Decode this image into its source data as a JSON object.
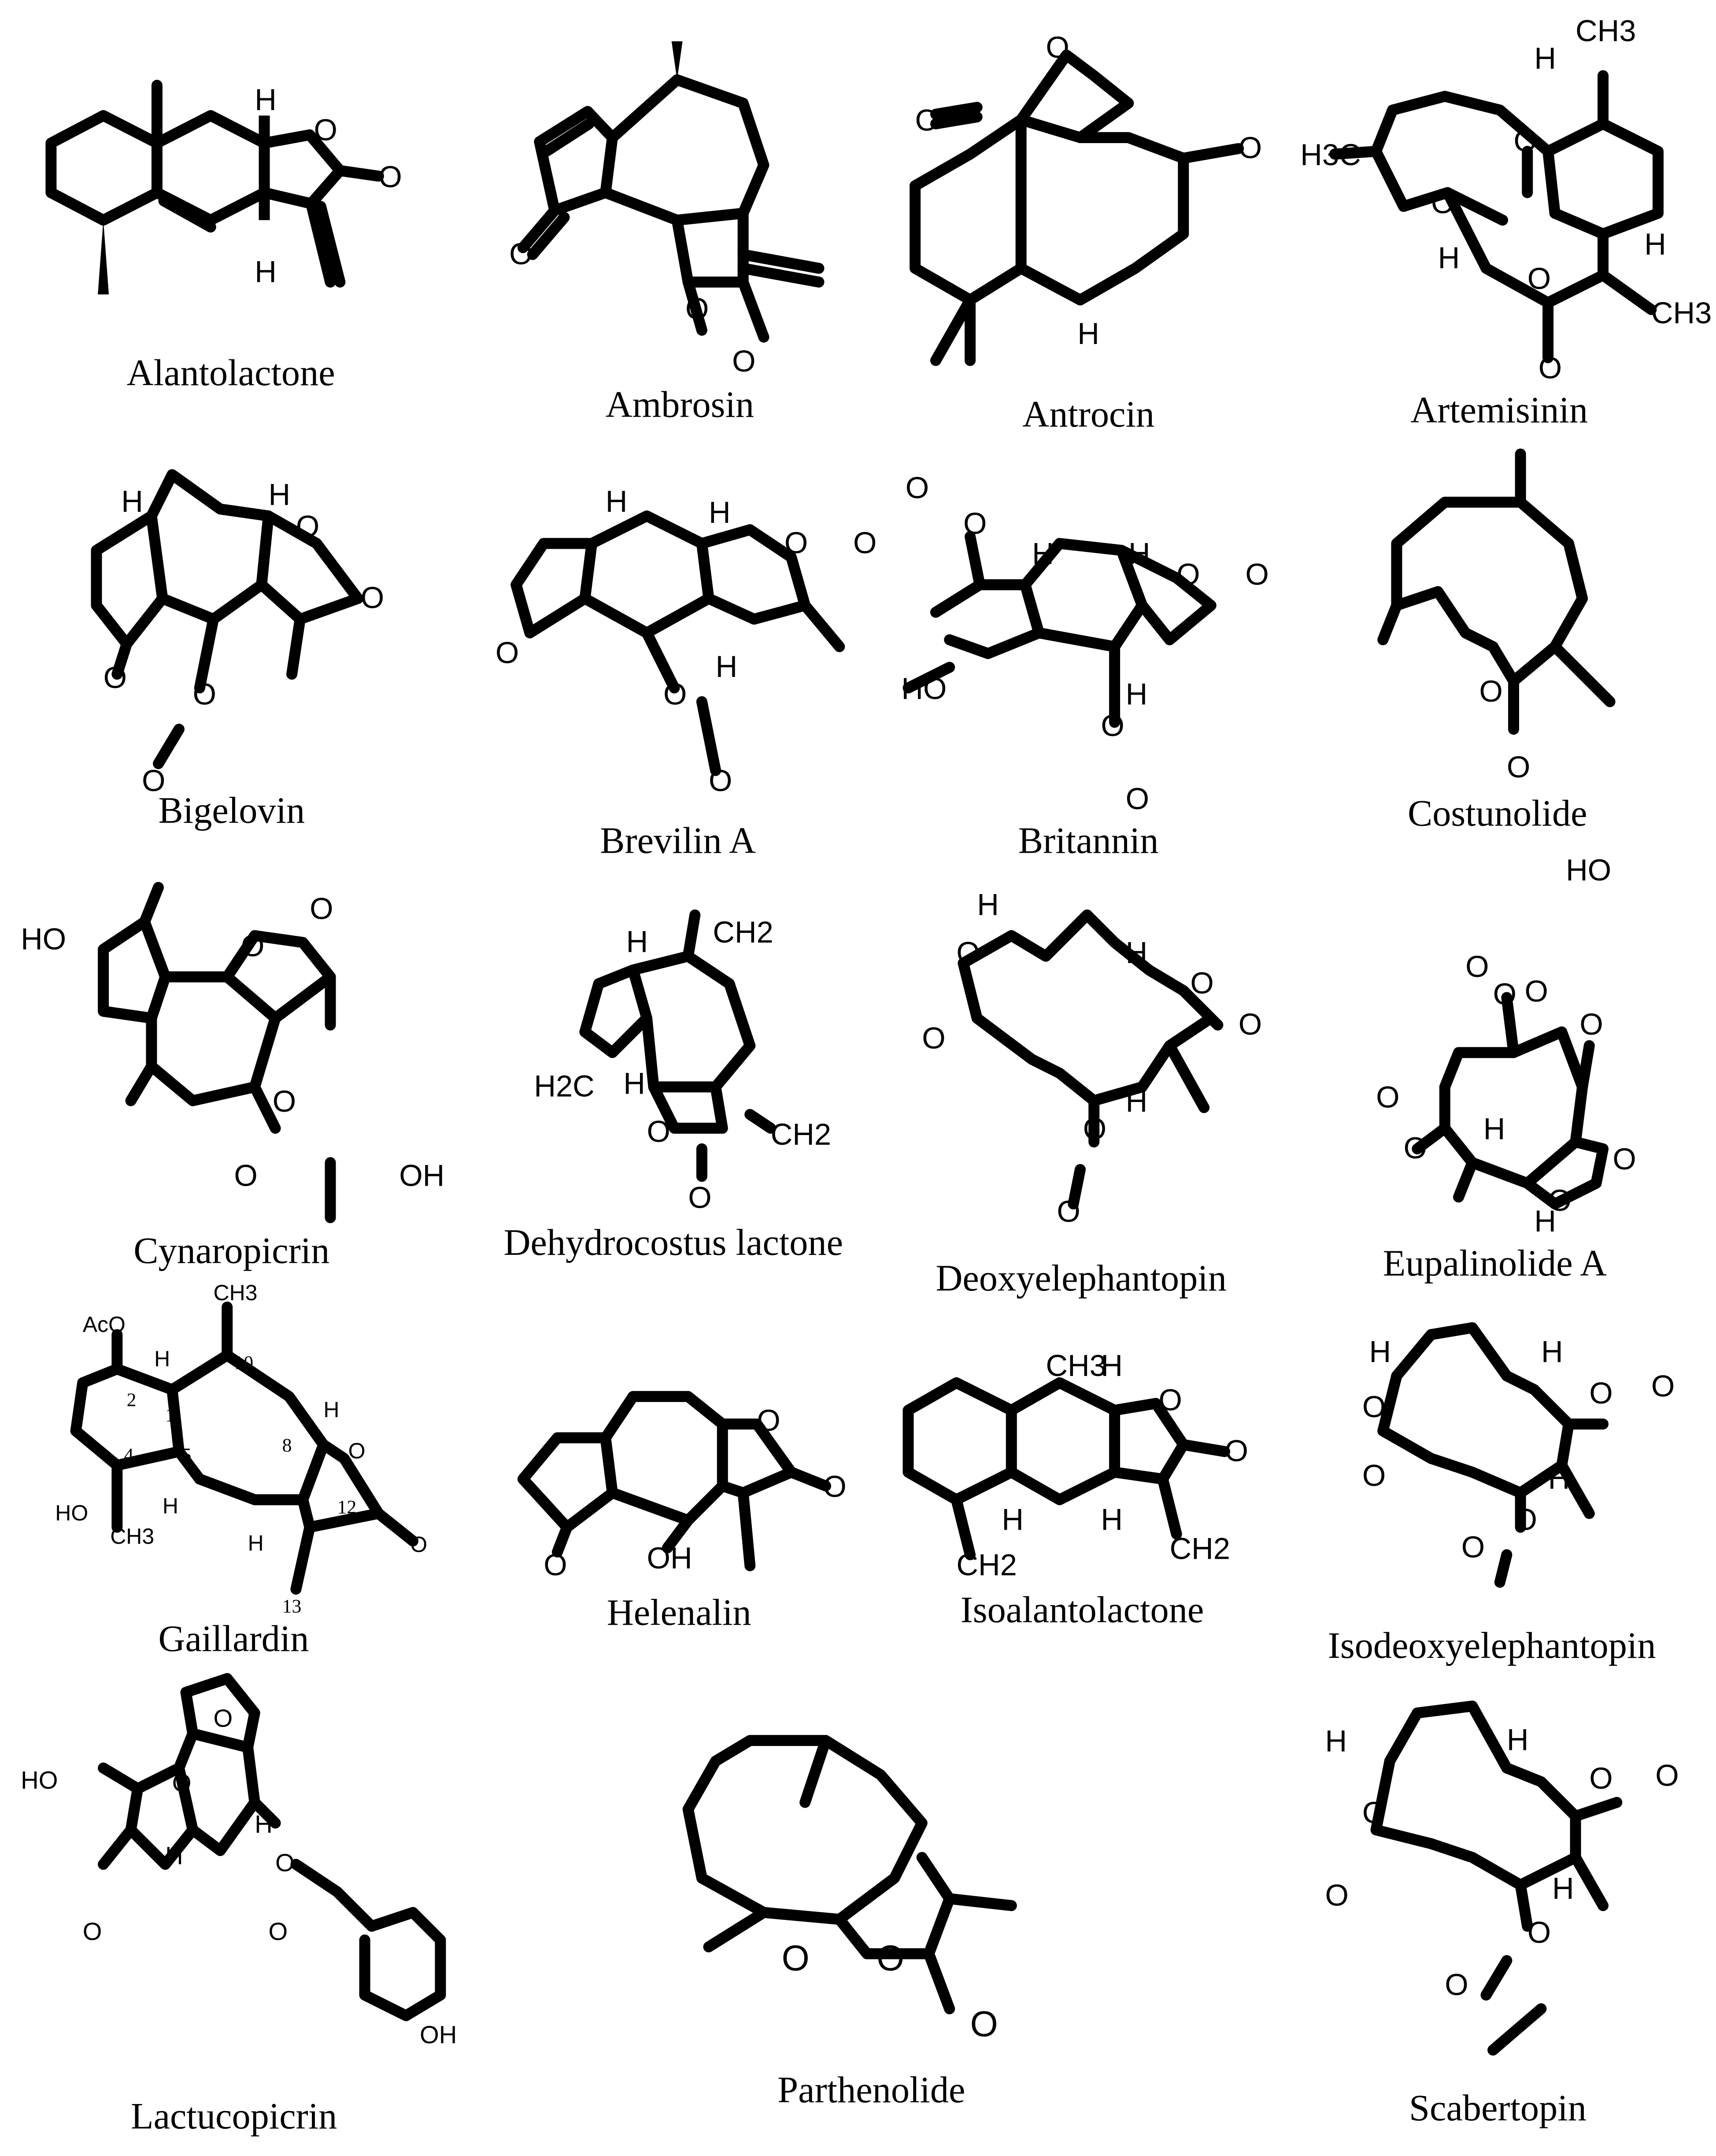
{
  "compounds": [
    {
      "name": "Alantolactone"
    },
    {
      "name": "Ambrosin"
    },
    {
      "name": "Antrocin"
    },
    {
      "name": "Artemisinin"
    },
    {
      "name": "Bigelovin"
    },
    {
      "name": "Brevilin A"
    },
    {
      "name": "Britannin"
    },
    {
      "name": "Costunolide"
    },
    {
      "name": "Cynaropicrin"
    },
    {
      "name": "Dehydrocostus lactone"
    },
    {
      "name": "Deoxyelephantopin"
    },
    {
      "name": "Eupalinolide A"
    },
    {
      "name": "Gaillardin"
    },
    {
      "name": "Helenalin"
    },
    {
      "name": "Isoalantolactone"
    },
    {
      "name": "Isodeoxyelephantopin"
    },
    {
      "name": "Lactucopicrin"
    },
    {
      "name": "Parthenolide"
    },
    {
      "name": "Scabertopin"
    }
  ],
  "atom_labels": {
    "H": "H",
    "O": "O",
    "CH3": "CH3",
    "H3C": "H3C",
    "CH2": "CH2",
    "H2C": "H2C",
    "HO": "HO",
    "OH": "OH",
    "AcO": "AcO"
  },
  "gaillardin_numbers": [
    "1",
    "2",
    "4",
    "5",
    "8",
    "10",
    "12",
    "13"
  ]
}
